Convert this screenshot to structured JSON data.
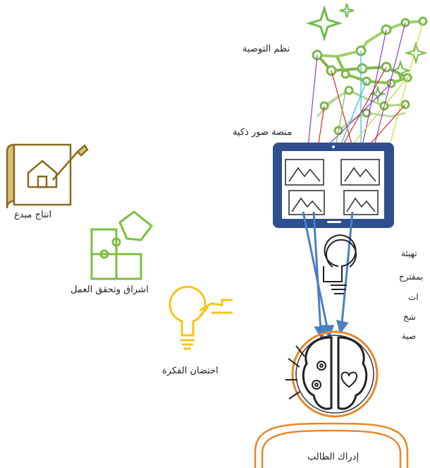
{
  "labels": {
    "recommendation_systems": "نظم التوصية",
    "smart_image_platform": "منصة صور ذكية",
    "creative_production": "انتاج مبدع",
    "illumination_verification": "اشراق وتحقق العمل",
    "idea_incubation": "احتضان الفكرة",
    "student_perception": "إدراك الطالب",
    "prep_line1": "تهيئة",
    "prep_line2": "بمقترح",
    "prep_line3": "ات",
    "prep_line4": "شخ",
    "prep_line5": "صية"
  },
  "colors": {
    "tablet": "#2f4f8f",
    "constellation": "#8ac24a",
    "stars": "#6dbb4a",
    "gold": "#b8860b",
    "puzzle": "#7bbf3f",
    "bulb_yellow": "#f5c518",
    "orange": "#e8872b",
    "arrow_blue": "#4a7fc1"
  },
  "icons": [
    "house-blueprint-icon",
    "puzzle-icon",
    "lightbulb-hand-icon",
    "lightbulb-outline-icon",
    "brain-icon",
    "gear-icon",
    "heart-icon",
    "sparkle-star-icon",
    "image-thumbnail-icon"
  ]
}
